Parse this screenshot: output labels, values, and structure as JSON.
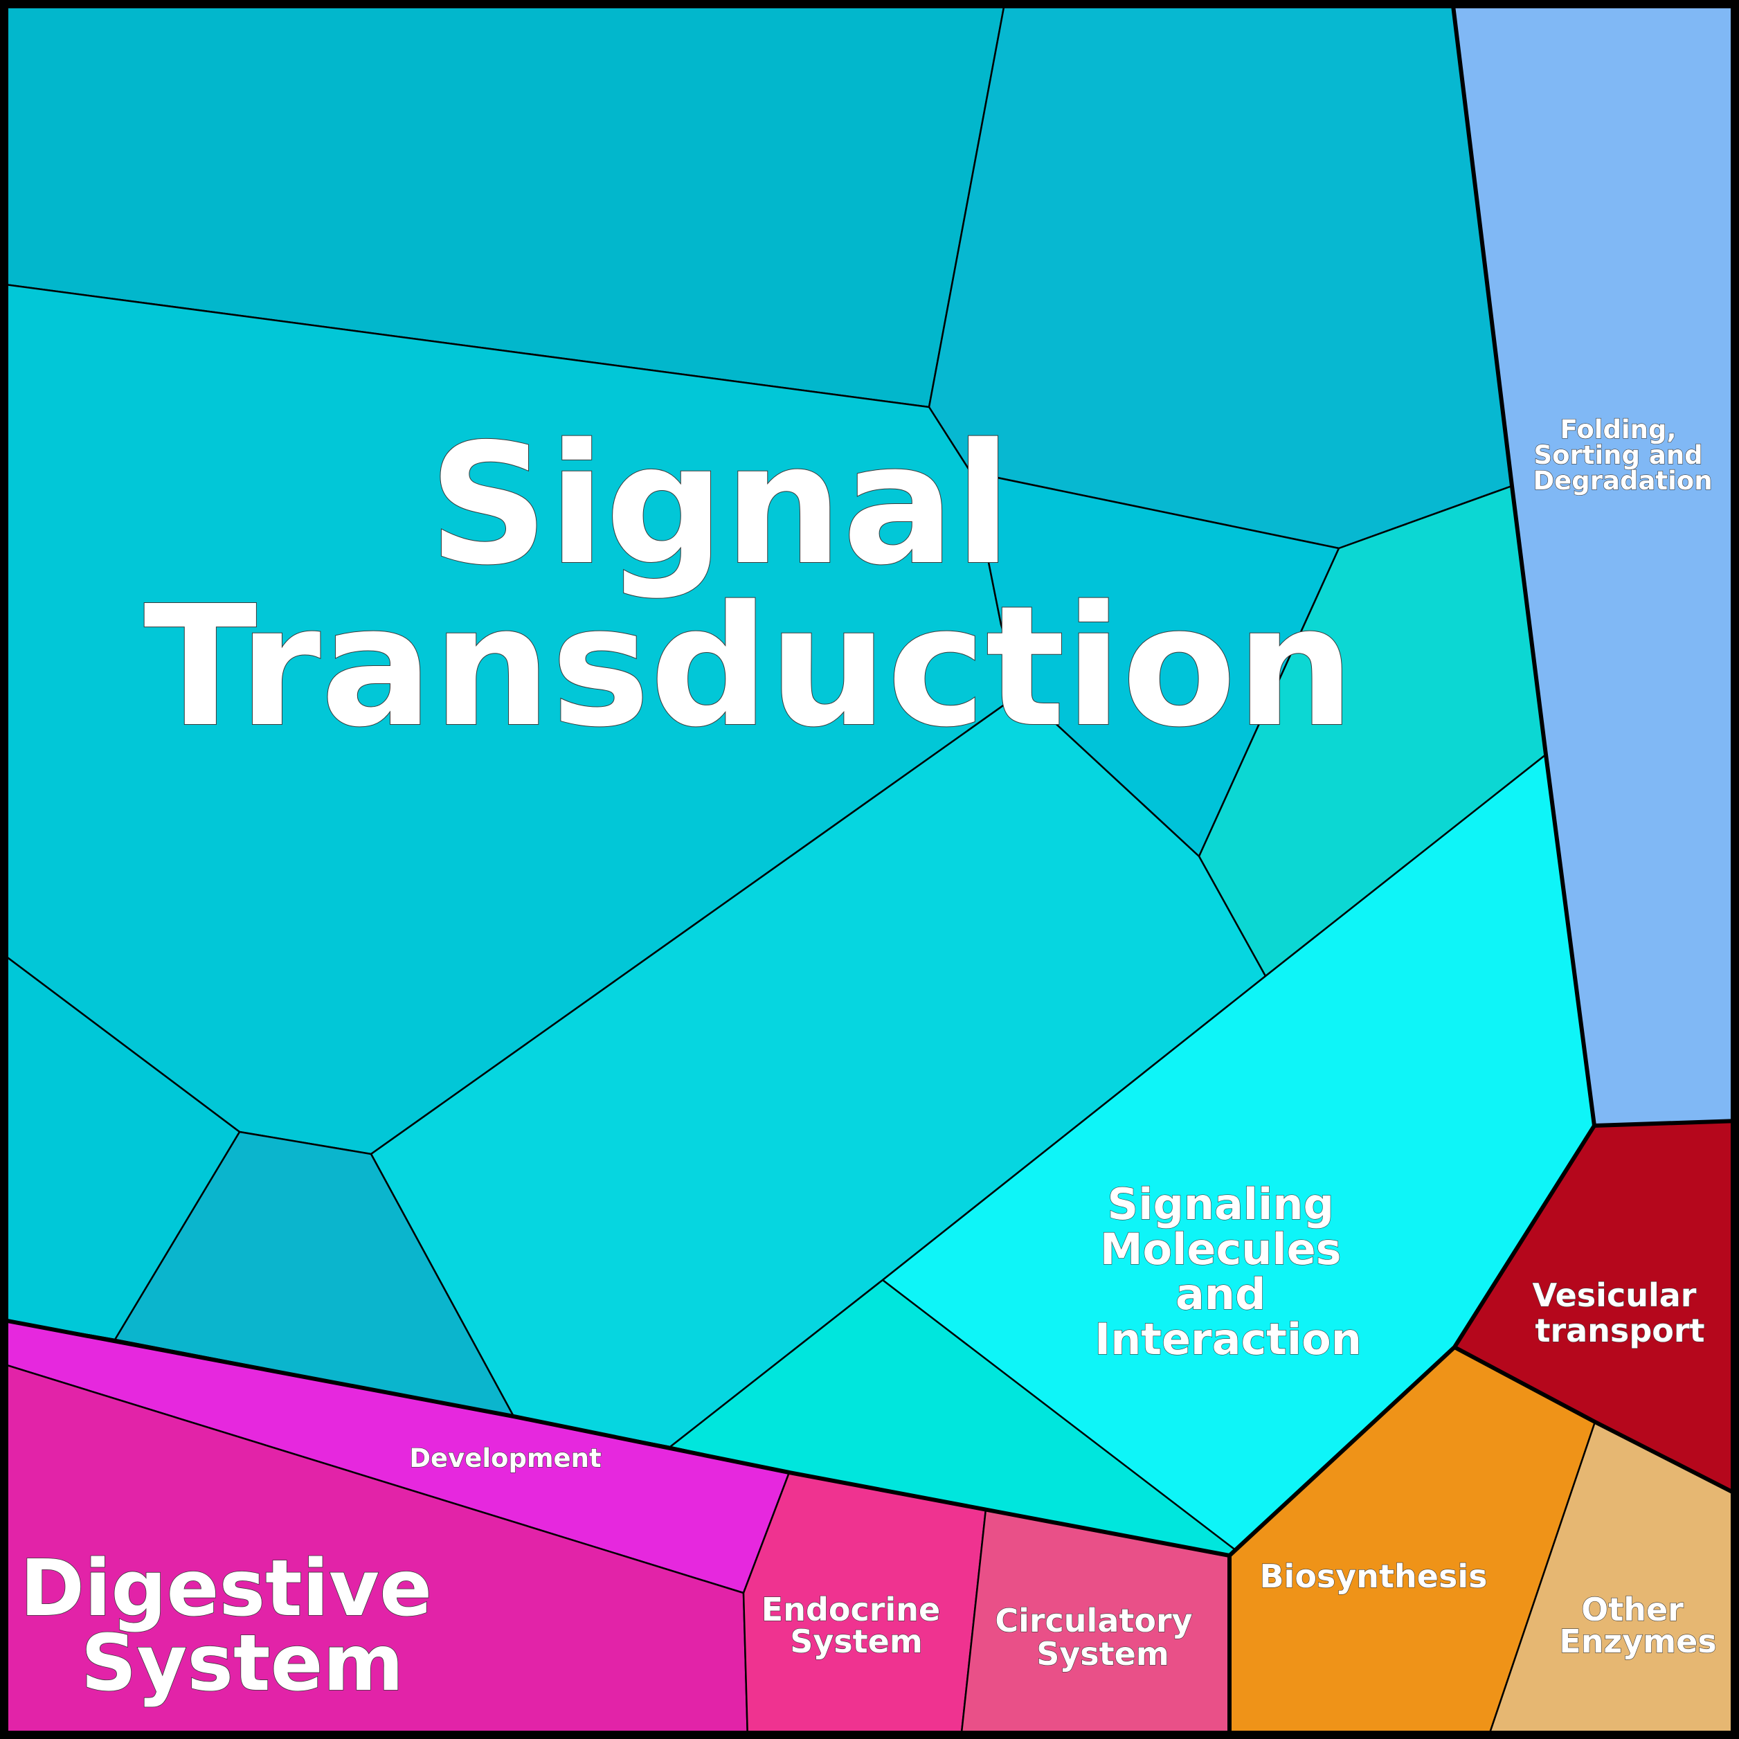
{
  "regions": [
    {
      "label_lines": [
        "Signal",
        "Transduction"
      ],
      "color": "#00c8d8"
    },
    {
      "label_lines": [
        "Signaling",
        "Molecules",
        "and",
        "Interaction"
      ],
      "color": "#0ef5f8"
    },
    {
      "label_lines": [
        "Folding,",
        "Sorting and",
        "Degradation"
      ],
      "color": "#80b8f5"
    },
    {
      "label_lines": [
        "Vesicular",
        "transport"
      ],
      "color": "#b5071c"
    },
    {
      "label_lines": [
        "Biosynthesis"
      ],
      "color": "#ef9318"
    },
    {
      "label_lines": [
        "Other",
        "Enzymes"
      ],
      "color": "#e6b772"
    },
    {
      "label_lines": [
        "Development"
      ],
      "color": "#e628de"
    },
    {
      "label_lines": [
        "Digestive",
        "System"
      ],
      "color": "#e223a8"
    },
    {
      "label_lines": [
        "Endocrine",
        "System"
      ],
      "color": "#ef3390"
    },
    {
      "label_lines": [
        "Circulatory",
        "System"
      ],
      "color": "#e95088"
    }
  ],
  "signal_cell_colors": [
    "#02b7cc",
    "#07b8d1",
    "#02c7d7",
    "#00c3d9",
    "#0cd7d3",
    "#06d6e0",
    "#0bb5cd",
    "#00c8d8"
  ],
  "signaling_cell_colors": [
    "#0ef5f8",
    "#00e6dd"
  ]
}
